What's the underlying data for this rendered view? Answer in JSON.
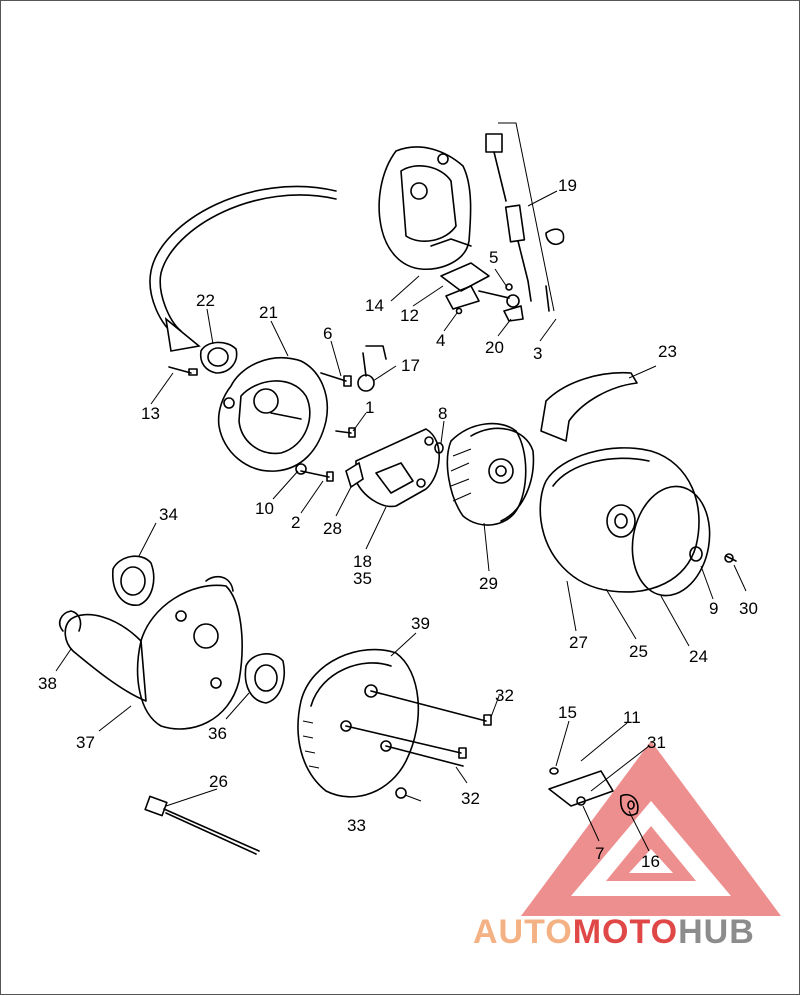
{
  "diagram": {
    "callouts": [
      {
        "id": "c1",
        "text": "1"
      },
      {
        "id": "c2",
        "text": "2"
      },
      {
        "id": "c3",
        "text": "3"
      },
      {
        "id": "c4",
        "text": "4"
      },
      {
        "id": "c5",
        "text": "5"
      },
      {
        "id": "c6",
        "text": "6"
      },
      {
        "id": "c7",
        "text": "7"
      },
      {
        "id": "c8",
        "text": "8"
      },
      {
        "id": "c9",
        "text": "9"
      },
      {
        "id": "c10",
        "text": "10"
      },
      {
        "id": "c11",
        "text": "11"
      },
      {
        "id": "c12",
        "text": "12"
      },
      {
        "id": "c13",
        "text": "13"
      },
      {
        "id": "c14",
        "text": "14"
      },
      {
        "id": "c15",
        "text": "15"
      },
      {
        "id": "c16",
        "text": "16"
      },
      {
        "id": "c17",
        "text": "17"
      },
      {
        "id": "c18",
        "text": "18"
      },
      {
        "id": "c35",
        "text": "35"
      },
      {
        "id": "c19",
        "text": "19"
      },
      {
        "id": "c20",
        "text": "20"
      },
      {
        "id": "c21",
        "text": "21"
      },
      {
        "id": "c22",
        "text": "22"
      },
      {
        "id": "c23",
        "text": "23"
      },
      {
        "id": "c24",
        "text": "24"
      },
      {
        "id": "c25",
        "text": "25"
      },
      {
        "id": "c26",
        "text": "26"
      },
      {
        "id": "c27",
        "text": "27"
      },
      {
        "id": "c28",
        "text": "28"
      },
      {
        "id": "c29",
        "text": "29"
      },
      {
        "id": "c30",
        "text": "30"
      },
      {
        "id": "c31",
        "text": "31"
      },
      {
        "id": "c32a",
        "text": "32"
      },
      {
        "id": "c32b",
        "text": "32"
      },
      {
        "id": "c33",
        "text": "33"
      },
      {
        "id": "c34",
        "text": "34"
      },
      {
        "id": "c36",
        "text": "36"
      },
      {
        "id": "c37",
        "text": "37"
      },
      {
        "id": "c38",
        "text": "38"
      },
      {
        "id": "c39",
        "text": "39"
      }
    ]
  },
  "watermark": {
    "part1": "AUTO",
    "part2": "MOTO",
    "part3": "HUB",
    "color_light": "#f4b183",
    "color_red": "#e04848",
    "color_gray": "#8c8c8c"
  }
}
